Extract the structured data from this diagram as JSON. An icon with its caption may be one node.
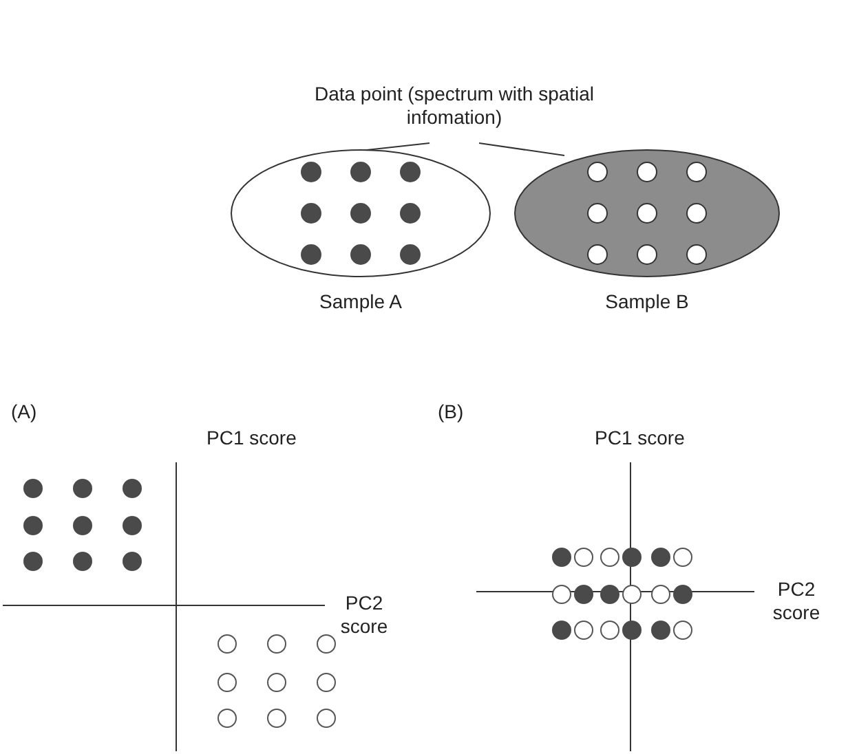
{
  "diagram": {
    "nodes": [
      {
        "text": [
          "Data point (spectrum with spatial infomation)"
        ]
      },
      {
        "text": [
          "Sample A"
        ]
      },
      {
        "text": [
          "Sample B"
        ]
      }
    ],
    "edges": [
      {
        "from": 0,
        "to": 1,
        "arrow": "none"
      },
      {
        "from": 0,
        "to": 2,
        "arrow": "none"
      }
    ],
    "labels": [
      "(A)",
      "PC1 score",
      "PC2 score",
      "(B)",
      "PC1 score",
      "PC2 score"
    ]
  }
}
